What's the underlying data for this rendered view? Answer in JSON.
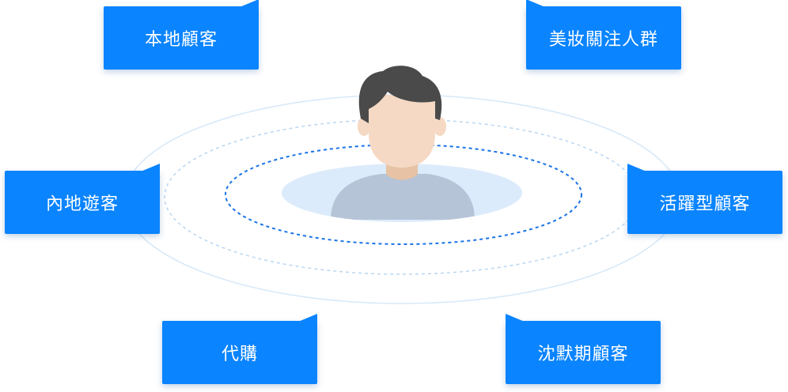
{
  "labels": {
    "local_customers": "本地顧客",
    "beauty_audience": "美妝關注人群",
    "mainland_tourists": "內地遊客",
    "active_customers": "活躍型顧客",
    "purchasing_agents": "代購",
    "silent_customers": "沈默期顧客"
  },
  "colors": {
    "tag_bg": "#0a84ff",
    "tag_text": "#ffffff",
    "inner_ring": "#1a73e8",
    "middle_ring": "#b9d6f2",
    "outer_ring": "#d6e8f8",
    "pool": "#dcebfb",
    "hair": "#4a4a4a",
    "skin": "#f5d9c4",
    "neck": "#e7c2a4",
    "shirt": "#b5c4d6"
  },
  "icons": {
    "center": "person-avatar-icon"
  }
}
